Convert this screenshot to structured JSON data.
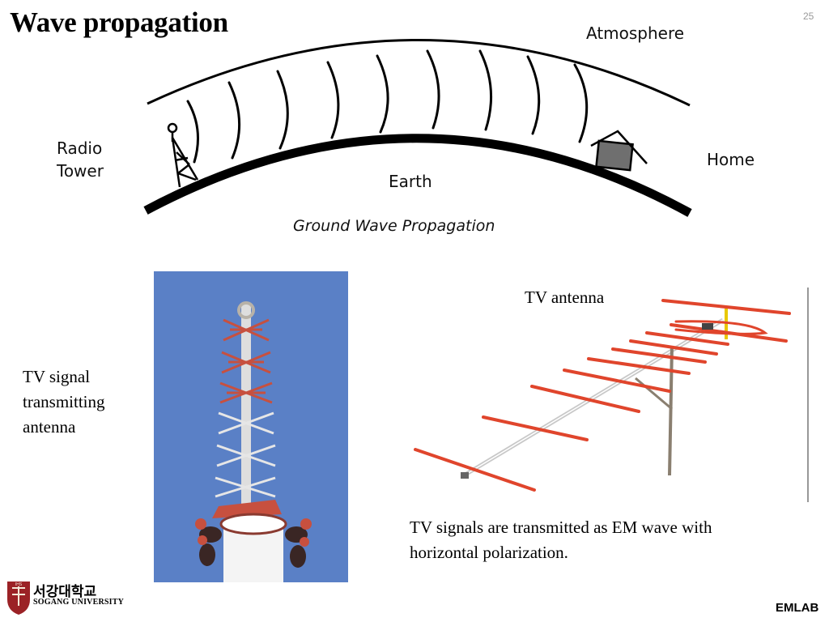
{
  "slide": {
    "title": "Wave propagation",
    "page_number": "25",
    "footer_right": "EMLAB"
  },
  "diagram": {
    "label_atmosphere": "Atmosphere",
    "label_radio": "Radio",
    "label_tower": "Tower",
    "label_earth": "Earth",
    "label_home": "Home",
    "caption": "Ground Wave Propagation"
  },
  "photos": {
    "left_caption": "TV signal transmitting antenna",
    "right_caption": "TV antenna"
  },
  "note": "TV signals are transmitted as EM wave with horizontal polarization.",
  "logo": {
    "korean": "서강대학교",
    "english": "SOGANG UNIVERSITY"
  }
}
